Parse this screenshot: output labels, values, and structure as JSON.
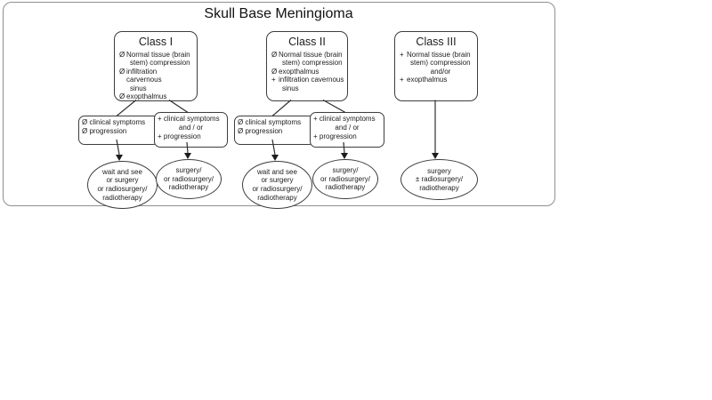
{
  "title": "Skull Base Meningioma",
  "classes": [
    {
      "name": "Class I",
      "criteria": [
        {
          "marker": "Ø",
          "lines": [
            "Normal tissue (brain",
            "stem) compression"
          ]
        },
        {
          "marker": "Ø",
          "lines": [
            "infiltration carvernous",
            "sinus"
          ]
        },
        {
          "marker": "Ø",
          "lines": [
            "exopthalmus"
          ]
        }
      ]
    },
    {
      "name": "Class II",
      "criteria": [
        {
          "marker": "Ø",
          "lines": [
            "Normal tissue (brain",
            "stem) compression"
          ]
        },
        {
          "marker": "Ø",
          "lines": [
            "exopthalmus"
          ]
        },
        {
          "marker": "+",
          "lines": [
            "infiltration cavernous",
            "sinus"
          ]
        }
      ]
    },
    {
      "name": "Class III",
      "criteria": [
        {
          "marker": "+",
          "lines": [
            "Normal tissue (brain",
            "stem) compression"
          ]
        },
        {
          "marker": "",
          "lines": [
            "and/or"
          ]
        },
        {
          "marker": "+",
          "lines": [
            "exopthalmus"
          ]
        }
      ]
    }
  ],
  "branches": {
    "no_symptoms": {
      "line1": "Ø clinical symptoms",
      "line2": "Ø progression"
    },
    "symptoms": {
      "line1": "+ clinical symptoms",
      "line2": "and / or",
      "line3": "+ progression"
    }
  },
  "outcomes": {
    "wait_and_see": {
      "line1": "wait and see",
      "line2": "or surgery",
      "line3": "or radiosurgery/",
      "line4": "radiotherapy"
    },
    "surgery": {
      "line1": "surgery/",
      "line2": "or radiosurgery/",
      "line3": "radiotherapy"
    },
    "surgery_class3": {
      "line1": "surgery",
      "line2": "± radiosurgery/",
      "line3": "radiotherapy"
    }
  },
  "colors": {
    "box_border": "#3d3d3d",
    "frame_border": "#8f8f8f",
    "text": "#1c1c1c"
  }
}
